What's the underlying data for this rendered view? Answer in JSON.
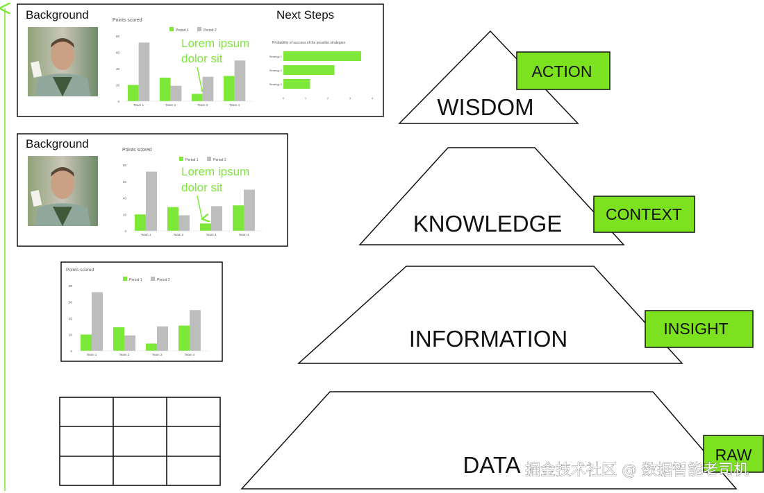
{
  "colors": {
    "accent_green": "#7ee83a",
    "tag_green": "#7ce11f",
    "bar_gray": "#bdbdbd",
    "outline": "#111111"
  },
  "pyramid": {
    "levels": [
      {
        "label": "WISDOM",
        "tag": "ACTION"
      },
      {
        "label": "KNOWLEDGE",
        "tag": "CONTEXT"
      },
      {
        "label": "INFORMATION",
        "tag": "INSIGHT"
      },
      {
        "label": "DATA",
        "tag": "RAW"
      }
    ]
  },
  "panels": {
    "top": {
      "heading_left": "Background",
      "heading_right": "Next Steps",
      "annotation_line1": "Lorem ipsum",
      "annotation_line2": "dolor sit"
    },
    "middle": {
      "heading_left": "Background",
      "annotation_line1": "Lorem ipsum",
      "annotation_line2": "dolor sit"
    },
    "lower": {}
  },
  "watermark": "掘金技术社区 @ 数据智能老司机",
  "chart_data": [
    {
      "type": "bar",
      "title": "Points scored",
      "categories": [
        "Team 1",
        "Team 2",
        "Team 3",
        "Team 4"
      ],
      "series": [
        {
          "name": "Period 1",
          "values": [
            20,
            29,
            9,
            31
          ]
        },
        {
          "name": "Period 2",
          "values": [
            72,
            19,
            30,
            50
          ]
        }
      ],
      "ylim": [
        0,
        80
      ],
      "yticks": [
        "0",
        "20",
        "40",
        "60",
        "80"
      ]
    },
    {
      "type": "bar",
      "title": "Points scored",
      "categories": [
        "Team 1",
        "Team 2",
        "Team 3",
        "Team 4"
      ],
      "series": [
        {
          "name": "Period 1",
          "values": [
            20,
            29,
            9,
            31
          ]
        },
        {
          "name": "Period 2",
          "values": [
            72,
            19,
            30,
            50
          ]
        }
      ],
      "ylim": [
        0,
        80
      ],
      "yticks": [
        "0",
        "20",
        "40",
        "60",
        "80"
      ]
    },
    {
      "type": "bar",
      "title": "Points scored",
      "categories": [
        "Team 1",
        "Team 2",
        "Team 3",
        "Team 4"
      ],
      "series": [
        {
          "name": "Period 1",
          "values": [
            20,
            29,
            9,
            31
          ]
        },
        {
          "name": "Period 2",
          "values": [
            72,
            19,
            30,
            50
          ]
        }
      ],
      "ylim": [
        0,
        80
      ],
      "yticks": [
        "0",
        "20",
        "40",
        "60",
        "80"
      ]
    },
    {
      "type": "bar",
      "orientation": "horizontal",
      "title": "Probability of success of the possible strategies",
      "categories": [
        "Strategy 1",
        "Strategy 2",
        "Strategy 3"
      ],
      "values": [
        3.5,
        2.3,
        1.2
      ],
      "xlim": [
        0,
        4
      ],
      "xticks": [
        "0",
        "1",
        "2",
        "3",
        "4"
      ]
    }
  ]
}
